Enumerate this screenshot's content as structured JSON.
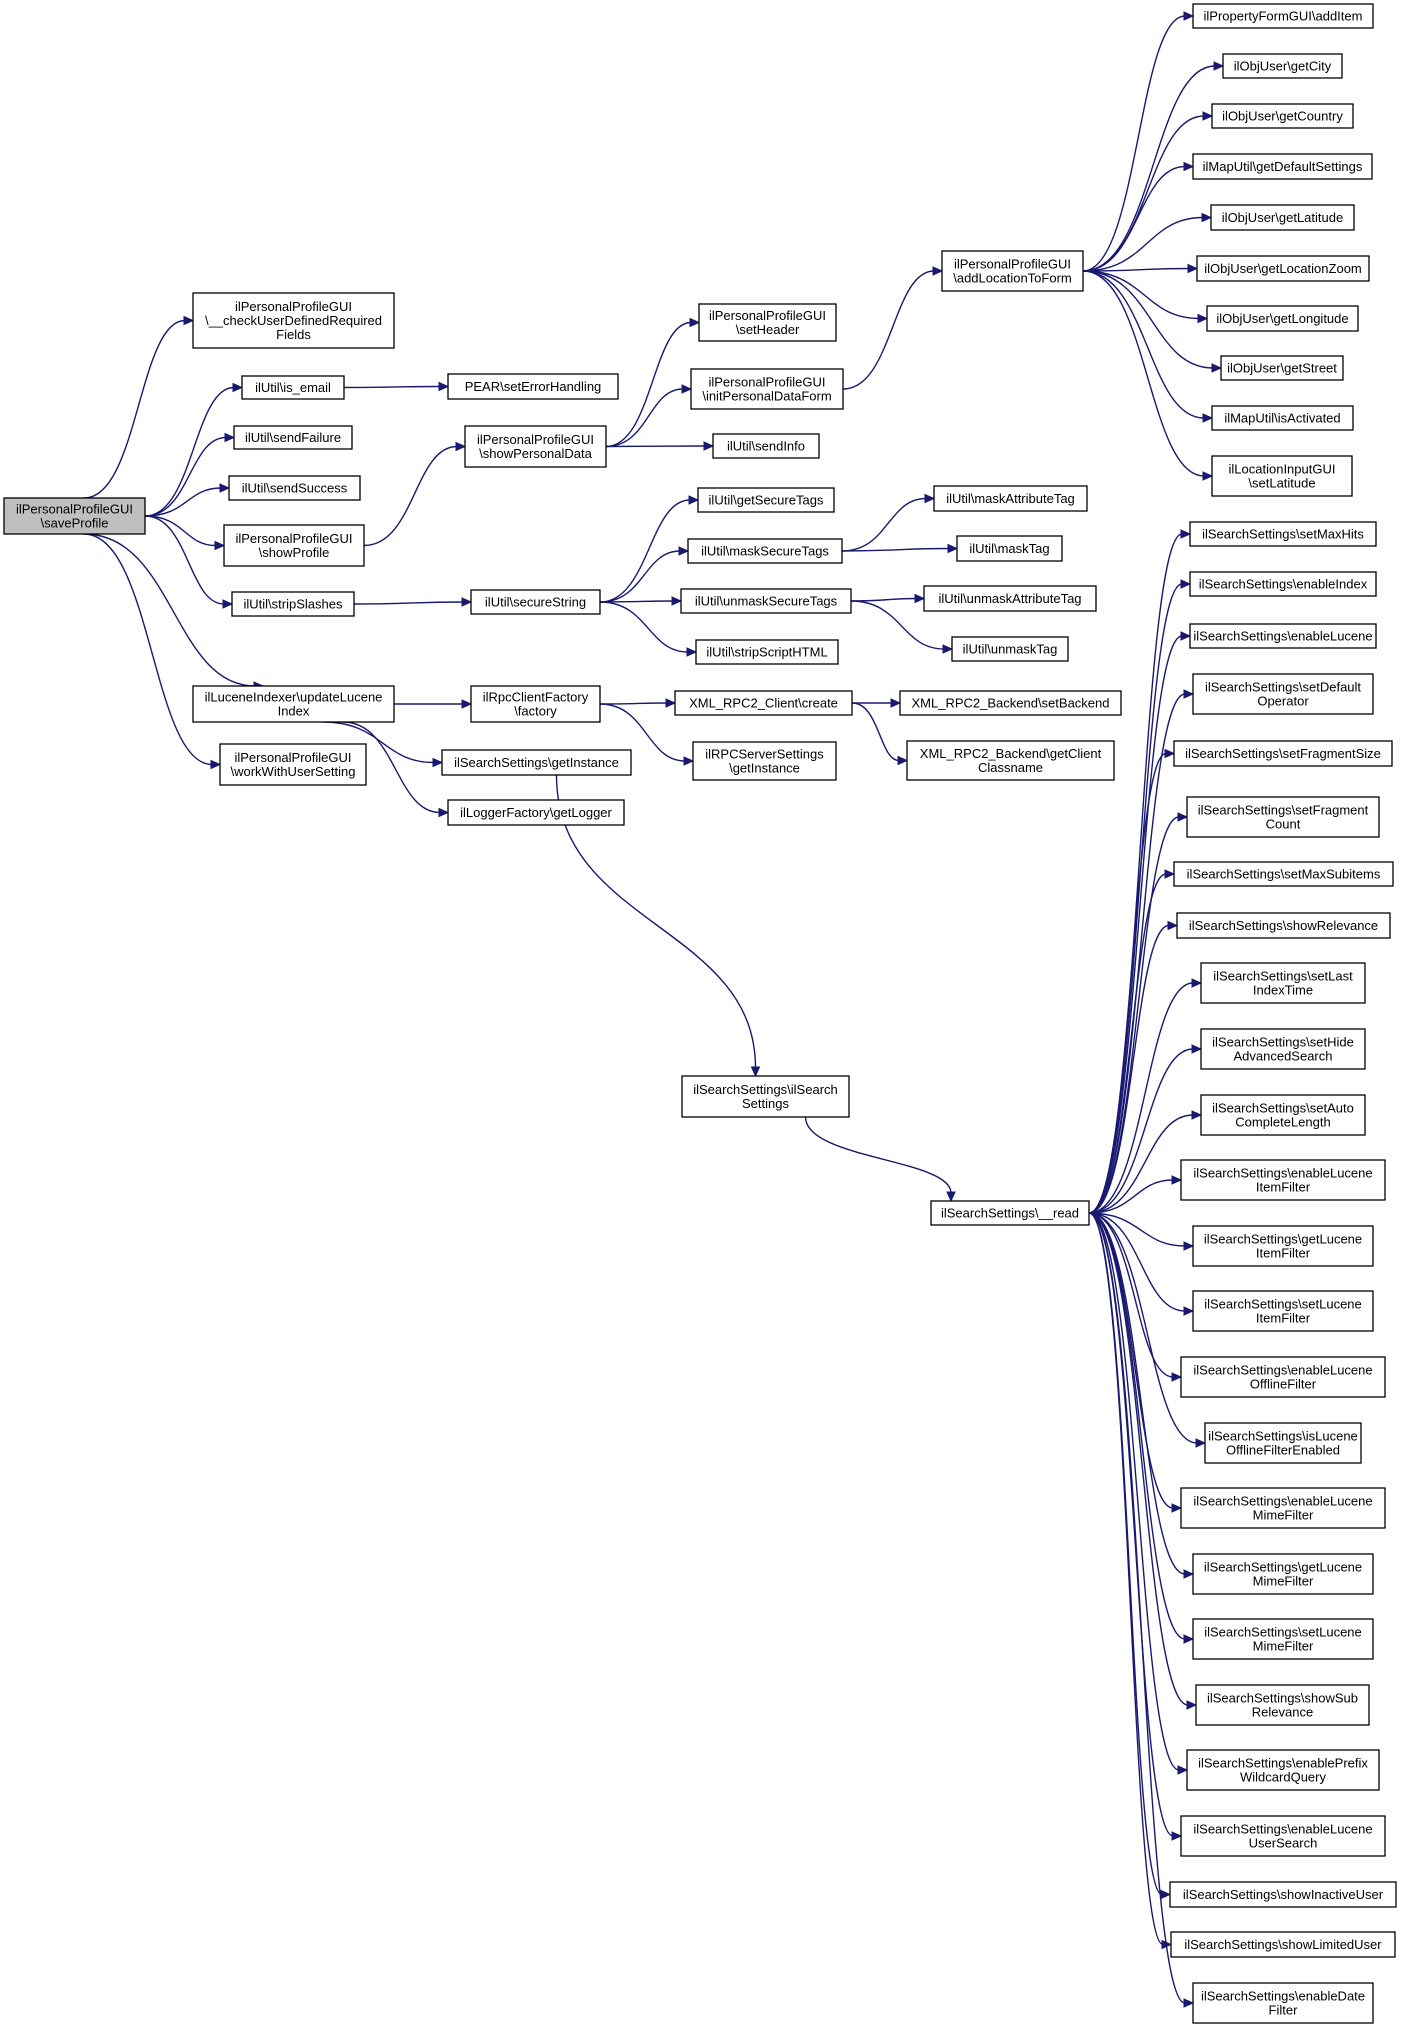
{
  "nodes": [
    {
      "id": "saveProfile",
      "lines": [
        "ilPersonalProfileGUI",
        "\\saveProfile"
      ],
      "root": true
    },
    {
      "id": "checkUDRF",
      "lines": [
        "ilPersonalProfileGUI",
        "\\__checkUserDefinedRequired",
        "Fields"
      ]
    },
    {
      "id": "isEmail",
      "lines": [
        "ilUtil\\is_email"
      ]
    },
    {
      "id": "sendFailure",
      "lines": [
        "ilUtil\\sendFailure"
      ]
    },
    {
      "id": "sendSuccess",
      "lines": [
        "ilUtil\\sendSuccess"
      ]
    },
    {
      "id": "showProfile",
      "lines": [
        "ilPersonalProfileGUI",
        "\\showProfile"
      ]
    },
    {
      "id": "stripSlashes",
      "lines": [
        "ilUtil\\stripSlashes"
      ]
    },
    {
      "id": "updateLucene",
      "lines": [
        "ilLuceneIndexer\\updateLucene",
        "Index"
      ]
    },
    {
      "id": "workWithUS",
      "lines": [
        "ilPersonalProfileGUI",
        "\\workWithUserSetting"
      ]
    },
    {
      "id": "pearSEH",
      "lines": [
        "PEAR\\setErrorHandling"
      ]
    },
    {
      "id": "showPD",
      "lines": [
        "ilPersonalProfileGUI",
        "\\showPersonalData"
      ]
    },
    {
      "id": "secureString",
      "lines": [
        "ilUtil\\secureString"
      ]
    },
    {
      "id": "rpcFactory",
      "lines": [
        "ilRpcClientFactory",
        "\\factory"
      ]
    },
    {
      "id": "ssGetInstance",
      "lines": [
        "ilSearchSettings\\getInstance"
      ]
    },
    {
      "id": "getLogger",
      "lines": [
        "ilLoggerFactory\\getLogger"
      ]
    },
    {
      "id": "setHeader",
      "lines": [
        "ilPersonalProfileGUI",
        "\\setHeader"
      ]
    },
    {
      "id": "initPDF",
      "lines": [
        "ilPersonalProfileGUI",
        "\\initPersonalDataForm"
      ]
    },
    {
      "id": "sendInfo",
      "lines": [
        "ilUtil\\sendInfo"
      ]
    },
    {
      "id": "getSecureTags",
      "lines": [
        "ilUtil\\getSecureTags"
      ]
    },
    {
      "id": "maskSecureTags",
      "lines": [
        "ilUtil\\maskSecureTags"
      ]
    },
    {
      "id": "unmaskSecureTags",
      "lines": [
        "ilUtil\\unmaskSecureTags"
      ]
    },
    {
      "id": "stripScriptHTML",
      "lines": [
        "ilUtil\\stripScriptHTML"
      ]
    },
    {
      "id": "xmlCreate",
      "lines": [
        "XML_RPC2_Client\\create"
      ]
    },
    {
      "id": "rpcServerGI",
      "lines": [
        "ilRPCServerSettings",
        "\\getInstance"
      ]
    },
    {
      "id": "ssConstruct",
      "lines": [
        "ilSearchSettings\\ilSearch",
        "Settings"
      ]
    },
    {
      "id": "addLocation",
      "lines": [
        "ilPersonalProfileGUI",
        "\\addLocationToForm"
      ]
    },
    {
      "id": "maskAttrTag",
      "lines": [
        "ilUtil\\maskAttributeTag"
      ]
    },
    {
      "id": "maskTag",
      "lines": [
        "ilUtil\\maskTag"
      ]
    },
    {
      "id": "unmaskAttrTag",
      "lines": [
        "ilUtil\\unmaskAttributeTag"
      ]
    },
    {
      "id": "unmaskTag",
      "lines": [
        "ilUtil\\unmaskTag"
      ]
    },
    {
      "id": "setBackend",
      "lines": [
        "XML_RPC2_Backend\\setBackend"
      ]
    },
    {
      "id": "getClientCN",
      "lines": [
        "XML_RPC2_Backend\\getClient",
        "Classname"
      ]
    },
    {
      "id": "ssRead",
      "lines": [
        "ilSearchSettings\\__read"
      ]
    },
    {
      "id": "pfAddItem",
      "lines": [
        "ilPropertyFormGUI\\addItem"
      ]
    },
    {
      "id": "getCity",
      "lines": [
        "ilObjUser\\getCity"
      ]
    },
    {
      "id": "getCountry",
      "lines": [
        "ilObjUser\\getCountry"
      ]
    },
    {
      "id": "getDefaultSettings",
      "lines": [
        "ilMapUtil\\getDefaultSettings"
      ]
    },
    {
      "id": "getLatitude",
      "lines": [
        "ilObjUser\\getLatitude"
      ]
    },
    {
      "id": "getLocationZoom",
      "lines": [
        "ilObjUser\\getLocationZoom"
      ]
    },
    {
      "id": "getLongitude",
      "lines": [
        "ilObjUser\\getLongitude"
      ]
    },
    {
      "id": "getStreet",
      "lines": [
        "ilObjUser\\getStreet"
      ]
    },
    {
      "id": "isActivated",
      "lines": [
        "ilMapUtil\\isActivated"
      ]
    },
    {
      "id": "setLatitude",
      "lines": [
        "ilLocationInputGUI",
        "\\setLatitude"
      ]
    },
    {
      "id": "r1",
      "lines": [
        "ilSearchSettings\\setMaxHits"
      ]
    },
    {
      "id": "r2",
      "lines": [
        "ilSearchSettings\\enableIndex"
      ]
    },
    {
      "id": "r3",
      "lines": [
        "ilSearchSettings\\enableLucene"
      ]
    },
    {
      "id": "r4",
      "lines": [
        "ilSearchSettings\\setDefault",
        "Operator"
      ]
    },
    {
      "id": "r5",
      "lines": [
        "ilSearchSettings\\setFragmentSize"
      ]
    },
    {
      "id": "r6",
      "lines": [
        "ilSearchSettings\\setFragment",
        "Count"
      ]
    },
    {
      "id": "r7",
      "lines": [
        "ilSearchSettings\\setMaxSubitems"
      ]
    },
    {
      "id": "r8",
      "lines": [
        "ilSearchSettings\\showRelevance"
      ]
    },
    {
      "id": "r9",
      "lines": [
        "ilSearchSettings\\setLast",
        "IndexTime"
      ]
    },
    {
      "id": "r10",
      "lines": [
        "ilSearchSettings\\setHide",
        "AdvancedSearch"
      ]
    },
    {
      "id": "r11",
      "lines": [
        "ilSearchSettings\\setAuto",
        "CompleteLength"
      ]
    },
    {
      "id": "r12",
      "lines": [
        "ilSearchSettings\\enableLucene",
        "ItemFilter"
      ]
    },
    {
      "id": "r13",
      "lines": [
        "ilSearchSettings\\getLucene",
        "ItemFilter"
      ]
    },
    {
      "id": "r14",
      "lines": [
        "ilSearchSettings\\setLucene",
        "ItemFilter"
      ]
    },
    {
      "id": "r15",
      "lines": [
        "ilSearchSettings\\enableLucene",
        "OfflineFilter"
      ]
    },
    {
      "id": "r16",
      "lines": [
        "ilSearchSettings\\isLucene",
        "OfflineFilterEnabled"
      ]
    },
    {
      "id": "r17",
      "lines": [
        "ilSearchSettings\\enableLucene",
        "MimeFilter"
      ]
    },
    {
      "id": "r18",
      "lines": [
        "ilSearchSettings\\getLucene",
        "MimeFilter"
      ]
    },
    {
      "id": "r19",
      "lines": [
        "ilSearchSettings\\setLucene",
        "MimeFilter"
      ]
    },
    {
      "id": "r20",
      "lines": [
        "ilSearchSettings\\showSub",
        "Relevance"
      ]
    },
    {
      "id": "r21",
      "lines": [
        "ilSearchSettings\\enablePrefix",
        "WildcardQuery"
      ]
    },
    {
      "id": "r22",
      "lines": [
        "ilSearchSettings\\enableLucene",
        "UserSearch"
      ]
    },
    {
      "id": "r23",
      "lines": [
        "ilSearchSettings\\showInactiveUser"
      ]
    },
    {
      "id": "r24",
      "lines": [
        "ilSearchSettings\\showLimitedUser"
      ]
    },
    {
      "id": "r25",
      "lines": [
        "ilSearchSettings\\enableDate",
        "Filter"
      ]
    }
  ],
  "edges": [
    [
      "saveProfile",
      "checkUDRF"
    ],
    [
      "saveProfile",
      "isEmail"
    ],
    [
      "saveProfile",
      "sendFailure"
    ],
    [
      "saveProfile",
      "sendSuccess"
    ],
    [
      "saveProfile",
      "showProfile"
    ],
    [
      "saveProfile",
      "stripSlashes"
    ],
    [
      "saveProfile",
      "updateLucene"
    ],
    [
      "saveProfile",
      "workWithUS"
    ],
    [
      "isEmail",
      "pearSEH"
    ],
    [
      "showProfile",
      "showPD"
    ],
    [
      "stripSlashes",
      "secureString"
    ],
    [
      "updateLucene",
      "rpcFactory"
    ],
    [
      "updateLucene",
      "ssGetInstance"
    ],
    [
      "updateLucene",
      "getLogger"
    ],
    [
      "showPD",
      "setHeader"
    ],
    [
      "showPD",
      "initPDF"
    ],
    [
      "showPD",
      "sendInfo"
    ],
    [
      "secureString",
      "getSecureTags"
    ],
    [
      "secureString",
      "maskSecureTags"
    ],
    [
      "secureString",
      "unmaskSecureTags"
    ],
    [
      "secureString",
      "stripScriptHTML"
    ],
    [
      "rpcFactory",
      "xmlCreate"
    ],
    [
      "rpcFactory",
      "rpcServerGI"
    ],
    [
      "ssGetInstance",
      "ssConstruct"
    ],
    [
      "initPDF",
      "addLocation"
    ],
    [
      "maskSecureTags",
      "maskAttrTag"
    ],
    [
      "maskSecureTags",
      "maskTag"
    ],
    [
      "unmaskSecureTags",
      "unmaskAttrTag"
    ],
    [
      "unmaskSecureTags",
      "unmaskTag"
    ],
    [
      "xmlCreate",
      "setBackend"
    ],
    [
      "xmlCreate",
      "getClientCN"
    ],
    [
      "ssConstruct",
      "ssRead"
    ],
    [
      "addLocation",
      "pfAddItem"
    ],
    [
      "addLocation",
      "getCity"
    ],
    [
      "addLocation",
      "getCountry"
    ],
    [
      "addLocation",
      "getDefaultSettings"
    ],
    [
      "addLocation",
      "getLatitude"
    ],
    [
      "addLocation",
      "getLocationZoom"
    ],
    [
      "addLocation",
      "getLongitude"
    ],
    [
      "addLocation",
      "getStreet"
    ],
    [
      "addLocation",
      "isActivated"
    ],
    [
      "addLocation",
      "setLatitude"
    ],
    [
      "ssRead",
      "r1"
    ],
    [
      "ssRead",
      "r2"
    ],
    [
      "ssRead",
      "r3"
    ],
    [
      "ssRead",
      "r4"
    ],
    [
      "ssRead",
      "r5"
    ],
    [
      "ssRead",
      "r6"
    ],
    [
      "ssRead",
      "r7"
    ],
    [
      "ssRead",
      "r8"
    ],
    [
      "ssRead",
      "r9"
    ],
    [
      "ssRead",
      "r10"
    ],
    [
      "ssRead",
      "r11"
    ],
    [
      "ssRead",
      "r12"
    ],
    [
      "ssRead",
      "r13"
    ],
    [
      "ssRead",
      "r14"
    ],
    [
      "ssRead",
      "r15"
    ],
    [
      "ssRead",
      "r16"
    ],
    [
      "ssRead",
      "r17"
    ],
    [
      "ssRead",
      "r18"
    ],
    [
      "ssRead",
      "r19"
    ],
    [
      "ssRead",
      "r20"
    ],
    [
      "ssRead",
      "r21"
    ],
    [
      "ssRead",
      "r22"
    ],
    [
      "ssRead",
      "r23"
    ],
    [
      "ssRead",
      "r24"
    ],
    [
      "ssRead",
      "r25"
    ]
  ]
}
